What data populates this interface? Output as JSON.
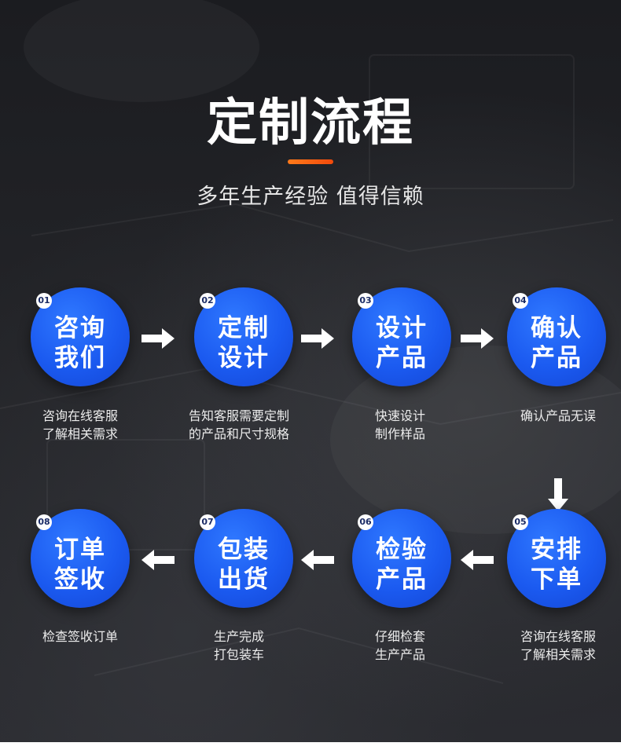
{
  "header": {
    "title": "定制流程",
    "subtitle": "多年生产经验 值得信赖"
  },
  "steps": [
    {
      "num": "01",
      "line1": "咨询",
      "line2": "我们",
      "desc1": "咨询在线客服",
      "desc2": "了解相关需求"
    },
    {
      "num": "02",
      "line1": "定制",
      "line2": "设计",
      "desc1": "告知客服需要定制",
      "desc2": "的产品和尺寸规格"
    },
    {
      "num": "03",
      "line1": "设计",
      "line2": "产品",
      "desc1": "快速设计",
      "desc2": "制作样品"
    },
    {
      "num": "04",
      "line1": "确认",
      "line2": "产品",
      "desc1": "确认产品无误",
      "desc2": ""
    },
    {
      "num": "05",
      "line1": "安排",
      "line2": "下单",
      "desc1": "咨询在线客服",
      "desc2": "了解相关需求"
    },
    {
      "num": "06",
      "line1": "检验",
      "line2": "产品",
      "desc1": "仔细检套",
      "desc2": "生产产品"
    },
    {
      "num": "07",
      "line1": "包装",
      "line2": "出货",
      "desc1": "生产完成",
      "desc2": "打包装车"
    },
    {
      "num": "08",
      "line1": "订单",
      "line2": "签收",
      "desc1": "检查签收订单",
      "desc2": ""
    }
  ],
  "colors": {
    "accent_bar": "#f24a0c",
    "circle_blue": "#1b5af0",
    "background": "#232428"
  },
  "icons": [
    "arrow-right-icon",
    "arrow-down-icon",
    "arrow-left-icon"
  ]
}
